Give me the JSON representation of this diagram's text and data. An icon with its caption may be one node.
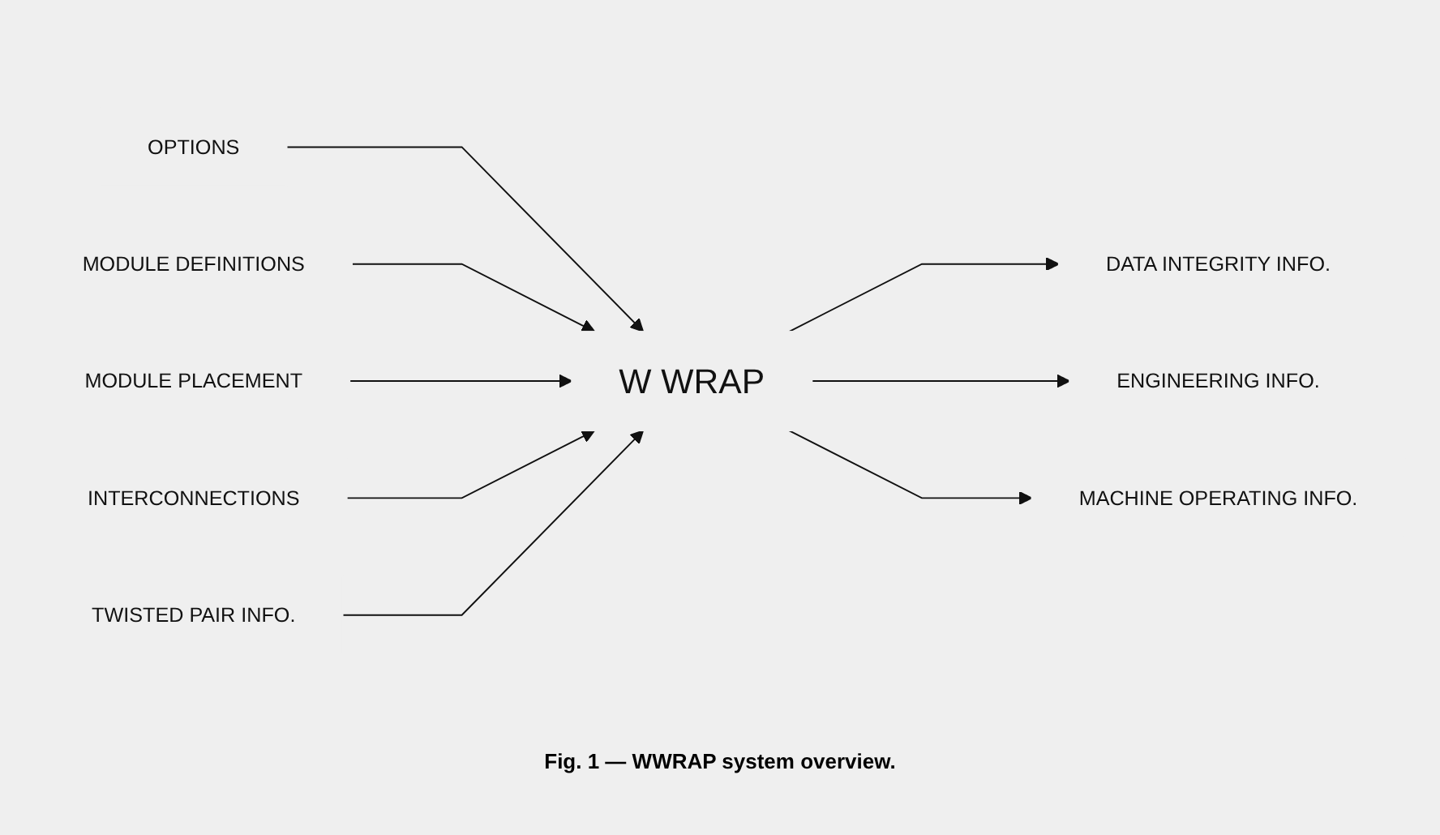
{
  "diagram": {
    "caption": "Fig. 1 — WWRAP system overview.",
    "nodes": [
      {
        "text": [
          "OPTIONS"
        ]
      },
      {
        "text": [
          "MODULE DEFINITIONS"
        ]
      },
      {
        "text": [
          "MODULE PLACEMENT"
        ]
      },
      {
        "text": [
          "INTERCONNECTIONS"
        ]
      },
      {
        "text": [
          "TWISTED PAIR INFO."
        ]
      },
      {
        "text": [
          "W WRAP"
        ]
      },
      {
        "text": [
          "DATA INTEGRITY INFO."
        ]
      },
      {
        "text": [
          "ENGINEERING INFO."
        ]
      },
      {
        "text": [
          "MACHINE OPERATING INFO."
        ]
      }
    ],
    "edges": [
      {
        "from": 0,
        "to": 5,
        "arrow": "to"
      },
      {
        "from": 1,
        "to": 5,
        "arrow": "to"
      },
      {
        "from": 2,
        "to": 5,
        "arrow": "to"
      },
      {
        "from": 3,
        "to": 5,
        "arrow": "to"
      },
      {
        "from": 4,
        "to": 5,
        "arrow": "to"
      },
      {
        "from": 5,
        "to": 6,
        "arrow": "to"
      },
      {
        "from": 5,
        "to": 7,
        "arrow": "to"
      },
      {
        "from": 5,
        "to": 8,
        "arrow": "to"
      }
    ]
  }
}
